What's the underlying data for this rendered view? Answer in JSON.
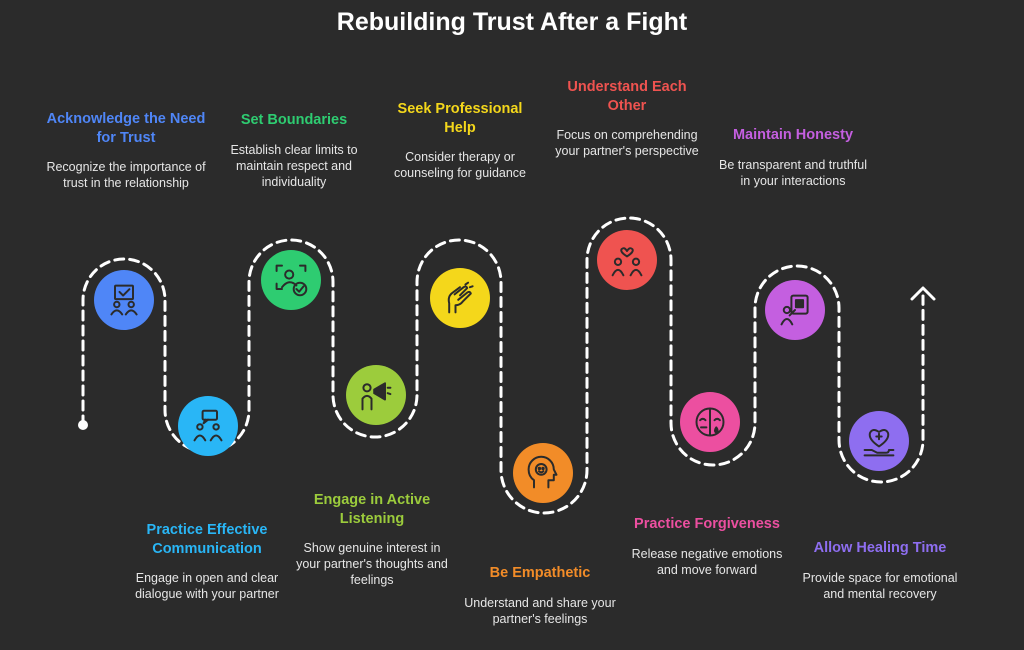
{
  "title": "Rebuilding Trust After a Fight",
  "steps": [
    {
      "heading": "Acknowledge the Need for Trust",
      "description": "Recognize the importance of trust in the relationship",
      "color": "#4f86f7",
      "icon": "presentation-people-icon"
    },
    {
      "heading": "Practice Effective Communication",
      "description": "Engage in open and clear dialogue with your partner",
      "color": "#29b6f6",
      "icon": "dialogue-people-icon"
    },
    {
      "heading": "Set Boundaries",
      "description": "Establish clear limits to maintain respect and individuality",
      "color": "#2ecc71",
      "icon": "boundary-check-icon"
    },
    {
      "heading": "Engage in Active Listening",
      "description": "Show genuine interest in your partner's thoughts and feelings",
      "color": "#9ccc3c",
      "icon": "megaphone-person-icon"
    },
    {
      "heading": "Seek Professional Help",
      "description": "Consider therapy or counseling for guidance",
      "color": "#f4d71b",
      "icon": "helping-hand-icon"
    },
    {
      "heading": "Be Empathetic",
      "description": "Understand and share your partner's feelings",
      "color": "#f28c28",
      "icon": "empathy-head-icon"
    },
    {
      "heading": "Understand Each Other",
      "description": "Focus on comprehending your partner's perspective",
      "color": "#ef5350",
      "icon": "couple-heart-icon"
    },
    {
      "heading": "Practice Forgiveness",
      "description": "Release negative emotions and move forward",
      "color": "#ec4fa0",
      "icon": "forgiveness-mind-icon"
    },
    {
      "heading": "Maintain Honesty",
      "description": "Be transparent and truthful in your interactions",
      "color": "#c45fe0",
      "icon": "truth-board-icon"
    },
    {
      "heading": "Allow Healing Time",
      "description": "Provide space for emotional and mental recovery",
      "color": "#8e6ef0",
      "icon": "healing-heart-icon"
    }
  ]
}
